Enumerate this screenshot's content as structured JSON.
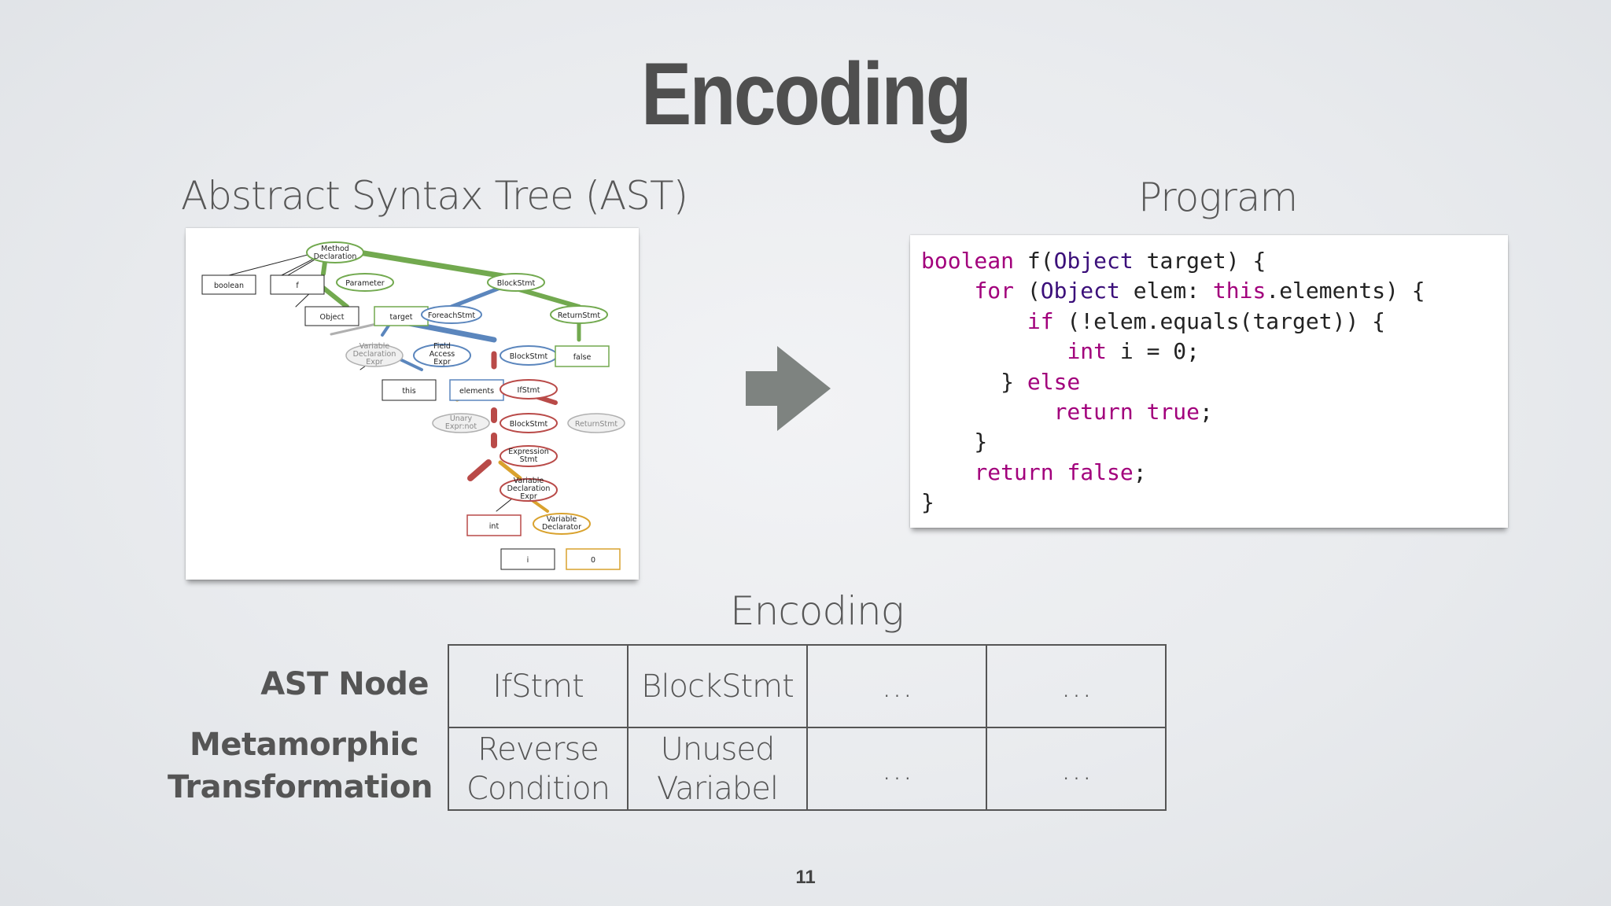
{
  "slide": {
    "title": "Encoding",
    "page_number": "11"
  },
  "ast": {
    "heading": "Abstract Syntax Tree (AST)",
    "nodes": {
      "method_declaration": "Method Declaration",
      "boolean": "boolean",
      "f": "f",
      "parameter": "Parameter",
      "block_stmt_top": "BlockStmt",
      "object": "Object",
      "target": "target",
      "foreach_stmt": "ForeachStmt",
      "return_stmt": "ReturnStmt",
      "variable_declaration_expr_gray": "Variable Declaration Expr",
      "field_access_expr": "Field Access Expr",
      "block_stmt_mid": "BlockStmt",
      "false": "false",
      "this": "this",
      "elements": "elements",
      "if_stmt": "IfStmt",
      "unary_expr_not": "Unary Expr:not",
      "block_stmt_low": "BlockStmt",
      "return_stmt_gray": "ReturnStmt",
      "expression_stmt": "Expression Stmt",
      "variable_declaration_expr": "Variable Declaration Expr",
      "int": "int",
      "variable_declarator": "Variable Declarator",
      "i": "i",
      "zero": "0"
    },
    "colors": {
      "green": "#72a94f",
      "blue": "#5b86bd",
      "red": "#b94a48",
      "gold": "#d9a22e",
      "gray": "#b0b0b0"
    }
  },
  "program": {
    "heading": "Program",
    "lines": [
      "boolean f(Object target) {",
      "    for (Object elem: this.elements) {",
      "        if (!elem.equals(target)) {",
      "           int i = 0;",
      "      } else",
      "          return true;",
      "    }",
      "    return false;",
      "}"
    ]
  },
  "encoding": {
    "heading": "Encoding",
    "row_labels": {
      "ast_node": "AST Node",
      "metamorphic": "Metamorphic",
      "transformation": "Transformation"
    },
    "row1": [
      "IfStmt",
      "BlockStmt",
      "…",
      "…"
    ],
    "row2": [
      {
        "line1": "Reverse",
        "line2": "Condition"
      },
      {
        "line1": "Unused",
        "line2": "Variabel"
      },
      {
        "line1": "…",
        "line2": ""
      },
      {
        "line1": "…",
        "line2": ""
      }
    ]
  }
}
